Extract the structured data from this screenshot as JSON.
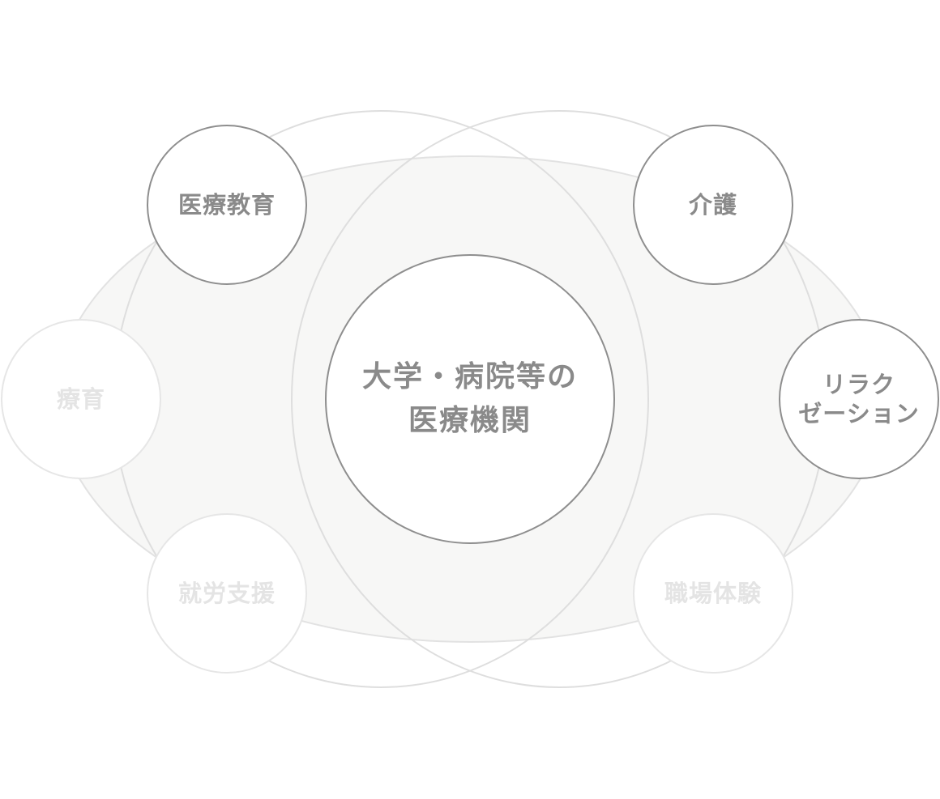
{
  "center": {
    "label": "大学・病院等の\n医療機関"
  },
  "nodes": [
    {
      "id": "medical-education",
      "label": "医療教育",
      "active": true
    },
    {
      "id": "care",
      "label": "介護",
      "active": true
    },
    {
      "id": "therapeutic-education",
      "label": "療育",
      "active": false
    },
    {
      "id": "relaxation",
      "label": "リラク\nゼーション",
      "active": true
    },
    {
      "id": "employment-support",
      "label": "就労支援",
      "active": false
    },
    {
      "id": "workplace-experience",
      "label": "職場体験",
      "active": false
    }
  ],
  "colors": {
    "active_stroke": "#8e8e8e",
    "active_text": "#8a8a8a",
    "inactive_stroke": "#e6e6e6",
    "inactive_text": "#e4e4e4",
    "background_band": "#f7f7f6",
    "ring_stroke": "#dcdcdc"
  }
}
